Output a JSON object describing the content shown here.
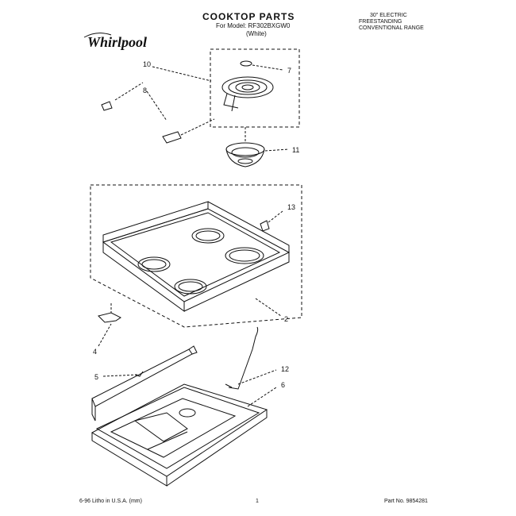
{
  "header": {
    "title": "COOKTOP PARTS",
    "model_line": "For Model: RF302BXGW0",
    "color_line": "(White)",
    "description": [
      "30\" ELECTRIC",
      "FREESTANDING",
      "CONVENTIONAL RANGE"
    ]
  },
  "brand": {
    "logo_text": "Whirlpool"
  },
  "callouts": {
    "c10": "10",
    "c7": "7",
    "c8": "8",
    "c11": "11",
    "c13": "13",
    "c2": "2",
    "c4": "4",
    "c5": "5",
    "c12": "12",
    "c6": "6"
  },
  "footer": {
    "left": "6-96 Litho in U.S.A. (mm)",
    "page": "1",
    "right": "Part No. 9854281"
  }
}
